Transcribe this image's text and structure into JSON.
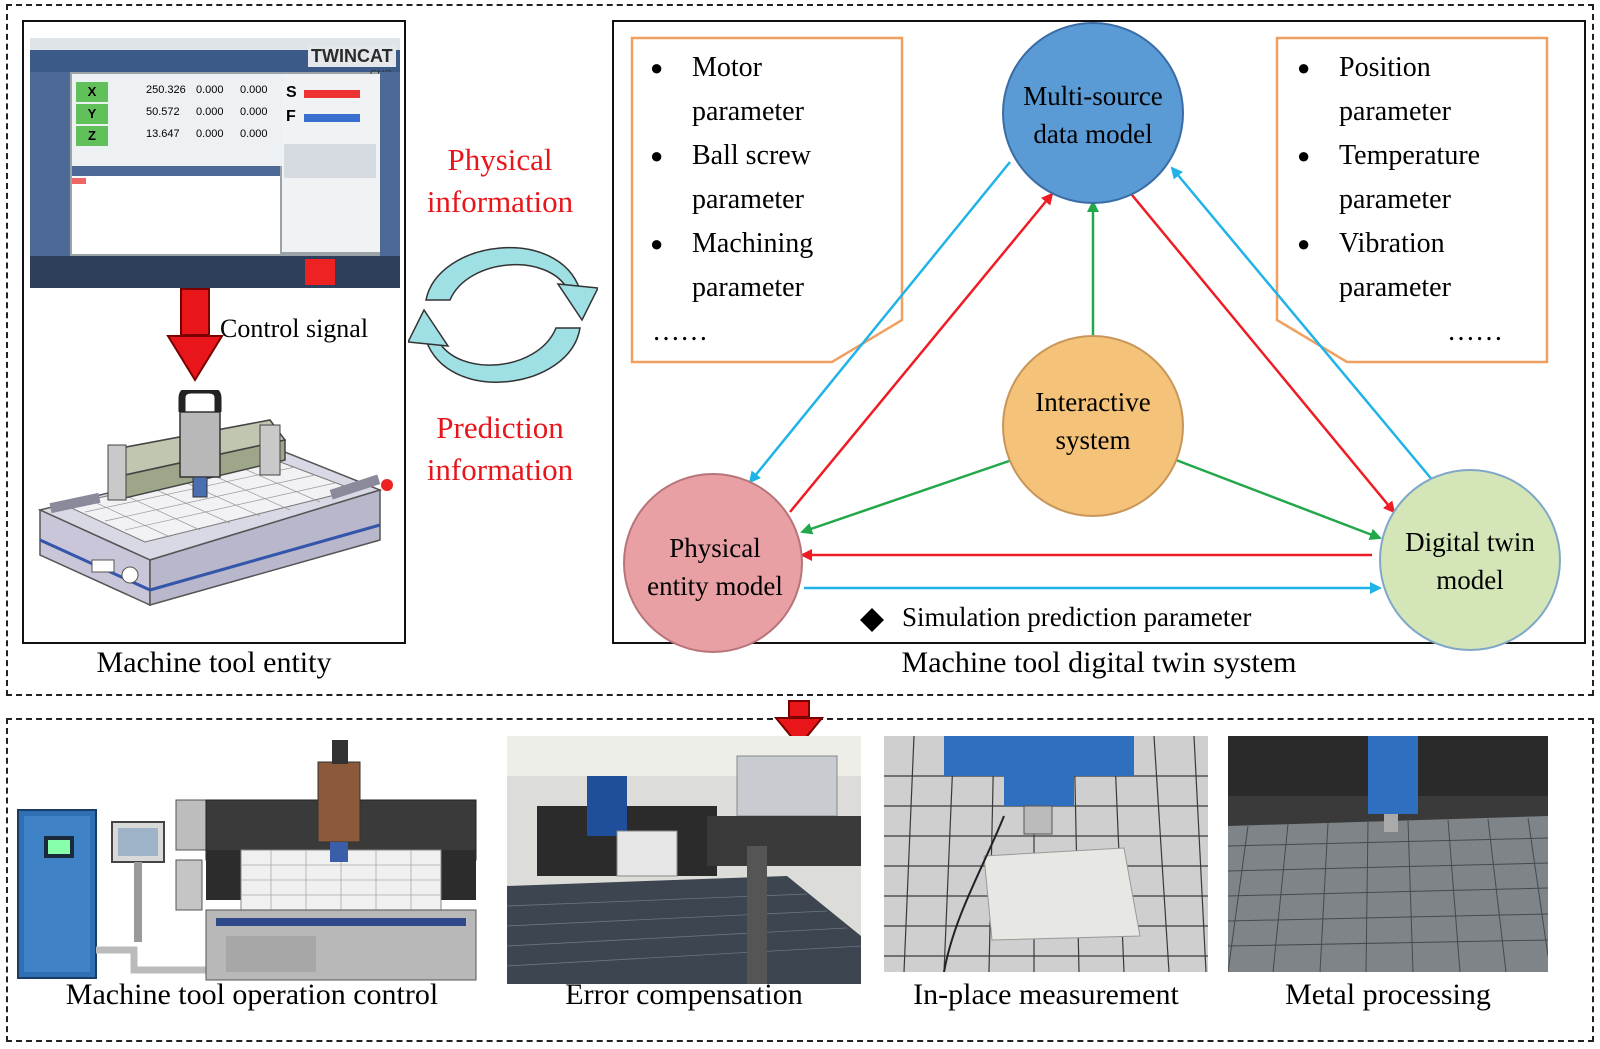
{
  "top_left": {
    "control_signal": "Control signal",
    "caption": "Machine tool entity",
    "cnc_logo_line1": "TWINCAT",
    "cnc_logo_line2": "CNC",
    "axes": [
      "X",
      "Y",
      "Z"
    ],
    "axis_values": [
      [
        "250.326",
        "0.000",
        "0.000"
      ],
      [
        "50.572",
        "0.000",
        "0.000"
      ],
      [
        "13.647",
        "0.000",
        "0.000"
      ]
    ],
    "spindle": "S",
    "feed": "F"
  },
  "middle": {
    "physical_info_line1": "Physical",
    "physical_info_line2": "information",
    "prediction_info_line1": "Prediction",
    "prediction_info_line2": "information"
  },
  "twin_system": {
    "caption": "Machine tool digital twin system",
    "left_params": {
      "items": [
        {
          "line1": "Motor",
          "line2": "parameter"
        },
        {
          "line1": "Ball screw",
          "line2": "parameter"
        },
        {
          "line1": "Machining",
          "line2": "parameter"
        }
      ],
      "ellipsis": "……"
    },
    "right_params": {
      "items": [
        {
          "line1": "Position",
          "line2": "parameter"
        },
        {
          "line1": "Temperature",
          "line2": "parameter"
        },
        {
          "line1": "Vibration",
          "line2": "parameter"
        }
      ],
      "ellipsis": "……"
    },
    "nodes": {
      "multi_source_line1": "Multi-source",
      "multi_source_line2": "data model",
      "interactive_line1": "Interactive",
      "interactive_line2": "system",
      "physical_line1": "Physical",
      "physical_line2": "entity model",
      "digital_line1": "Digital twin",
      "digital_line2": "model"
    },
    "simulation_param": "Simulation prediction parameter",
    "colors": {
      "multi_source": "#5b9bd5",
      "interactive": "#f5c27a",
      "physical": "#e8a0a4",
      "digital": "#d4e5b8",
      "red_arrow": "#ee1c24",
      "blue_arrow": "#1fb3e8",
      "green_arrow": "#22a84a",
      "param_border": "#f0a060"
    }
  },
  "applications": {
    "captions": [
      "Machine tool operation control",
      "Error compensation",
      "In-place measurement",
      "Metal processing"
    ]
  }
}
